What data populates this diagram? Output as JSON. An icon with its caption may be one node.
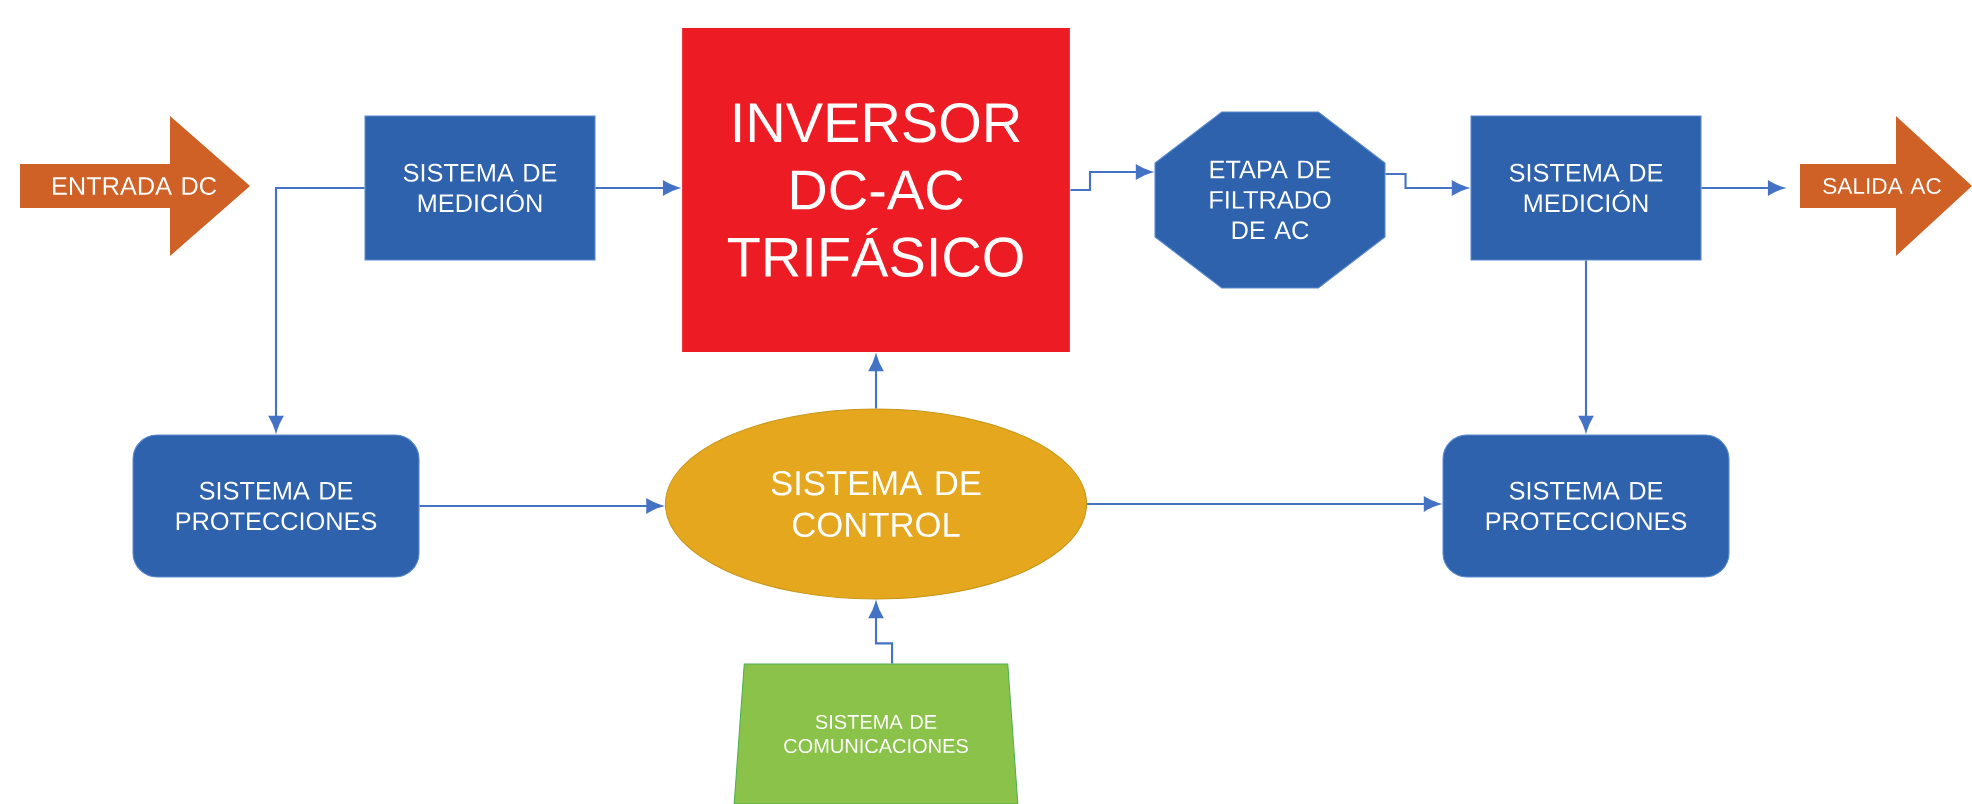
{
  "diagram": {
    "nodes": [
      {
        "text": [
          "ENTRADA DC"
        ]
      },
      {
        "text": [
          "SISTEMA DE MEDICIÓN"
        ]
      },
      {
        "text": [
          "INVERSOR DC-AC TRIFÁSICO"
        ]
      },
      {
        "text": [
          "ETAPA DE FILTRADO DE AC"
        ]
      },
      {
        "text": [
          "SISTEMA DE MEDICIÓN"
        ]
      },
      {
        "text": [
          "SALIDA AC"
        ]
      },
      {
        "text": [
          "SISTEMA DE PROTECCIONES"
        ]
      },
      {
        "text": [
          "SISTEMA DE CONTROL"
        ]
      },
      {
        "text": [
          "SISTEMA DE PROTECCIONES"
        ]
      },
      {
        "text": [
          "SISTEMA DE COMUNICACIONES"
        ]
      }
    ],
    "edges": [
      {
        "from": 1,
        "to": 6,
        "arrow": "to"
      },
      {
        "from": 1,
        "to": 2,
        "arrow": "to"
      },
      {
        "from": 2,
        "to": 3,
        "arrow": "to"
      },
      {
        "from": 3,
        "to": 4,
        "arrow": "to"
      },
      {
        "from": 4,
        "to": 5,
        "arrow": "to"
      },
      {
        "from": 4,
        "to": 8,
        "arrow": "to"
      },
      {
        "from": 6,
        "to": 7,
        "arrow": "to"
      },
      {
        "from": 7,
        "to": 8,
        "arrow": "to"
      },
      {
        "from": 7,
        "to": 2,
        "arrow": "to"
      },
      {
        "from": 9,
        "to": 7,
        "arrow": "to"
      }
    ]
  }
}
